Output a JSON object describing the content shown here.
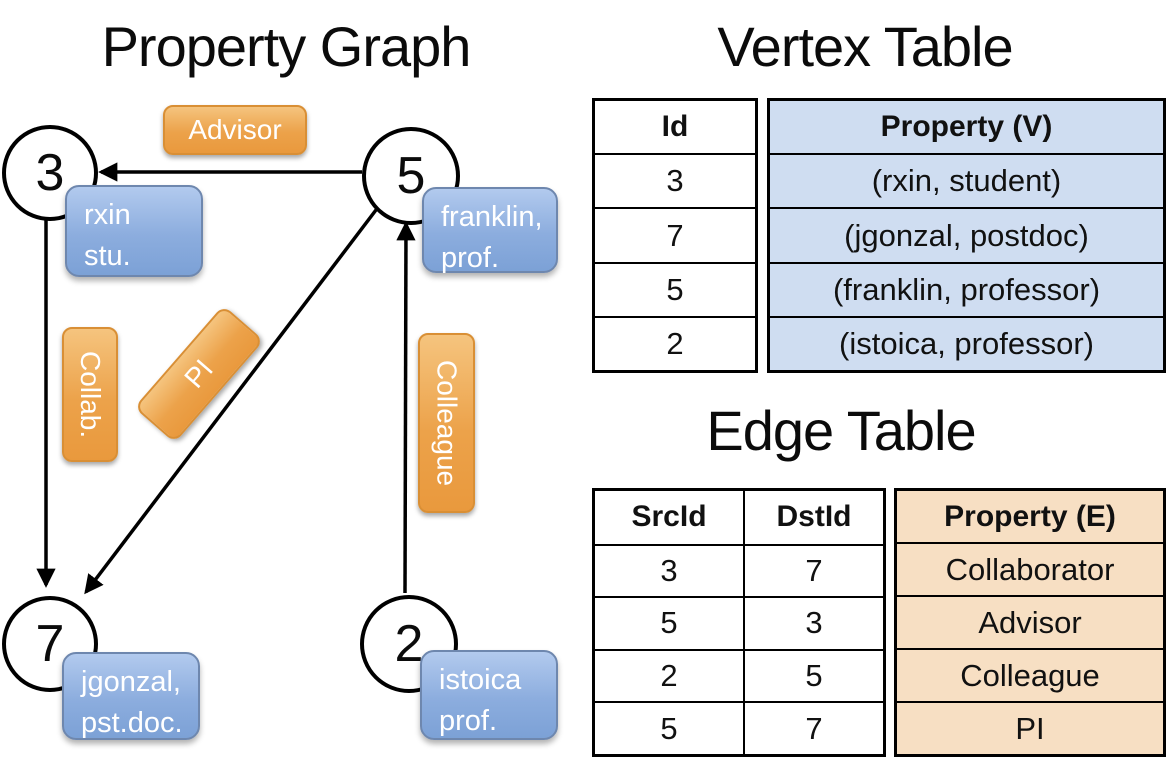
{
  "graph": {
    "title": "Property Graph",
    "nodes": {
      "n3": {
        "id": "3",
        "prop_line1": "rxin",
        "prop_line2": "stu."
      },
      "n5": {
        "id": "5",
        "prop_line1": "franklin,",
        "prop_line2": "prof."
      },
      "n7": {
        "id": "7",
        "prop_line1": "jgonzal,",
        "prop_line2": "pst.doc."
      },
      "n2": {
        "id": "2",
        "prop_line1": "istoica",
        "prop_line2": "prof."
      }
    },
    "edge_labels": {
      "advisor": "Advisor",
      "collab": "Collab.",
      "pi": "PI",
      "colleague": "Colleague"
    }
  },
  "vertex_table": {
    "title": "Vertex Table",
    "columns": {
      "id": "Id",
      "property": "Property (V)"
    },
    "rows": [
      {
        "id": "3",
        "property": "(rxin, student)"
      },
      {
        "id": "7",
        "property": "(jgonzal, postdoc)"
      },
      {
        "id": "5",
        "property": "(franklin, professor)"
      },
      {
        "id": "2",
        "property": "(istoica, professor)"
      }
    ]
  },
  "edge_table": {
    "title": "Edge Table",
    "columns": {
      "src": "SrcId",
      "dst": "DstId",
      "property": "Property (E)"
    },
    "rows": [
      {
        "src": "3",
        "dst": "7",
        "property": "Collaborator"
      },
      {
        "src": "5",
        "dst": "3",
        "property": "Advisor"
      },
      {
        "src": "2",
        "dst": "5",
        "property": "Colleague"
      },
      {
        "src": "5",
        "dst": "7",
        "property": "PI"
      }
    ]
  },
  "colors": {
    "edge_label_fill": "#eca24a",
    "edge_label_border": "#d98f35",
    "vertex_label_fill": "#8cadde",
    "vertex_label_border": "#6e87ae",
    "vertex_property_bg": "#cfddf1",
    "edge_property_bg": "#f7dfc3",
    "line_color": "#000000",
    "label_text": "#ffffff"
  }
}
